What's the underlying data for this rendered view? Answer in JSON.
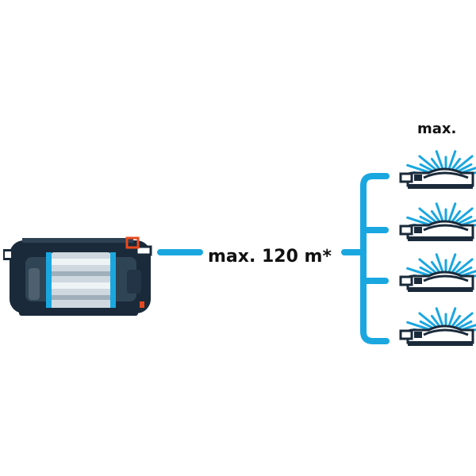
{
  "diagram": {
    "hose_length_label": "max. 120 m*",
    "sprinkler_count_label": "max.",
    "sprinkler_count": 4,
    "colors": {
      "hose": "#1aa7e0",
      "body_dark": "#1a2a3a",
      "accent": "#e8491e",
      "spray": "#1aa7e0"
    },
    "icons": {
      "pump": "pump-icon",
      "sprinkler": "sprinkler-icon"
    }
  }
}
